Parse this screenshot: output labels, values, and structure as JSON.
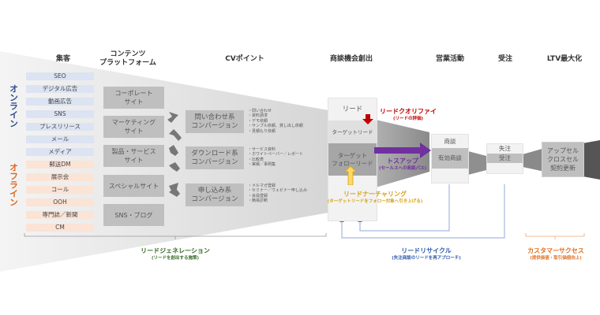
{
  "columns": {
    "acquisition": "集客",
    "content_platform": "コンテンツ\nプラットフォーム",
    "cv_point": "CVポイント",
    "opportunity": "商談機会創出",
    "sales": "営業活動",
    "order": "受注",
    "ltv": "LTV最大化"
  },
  "side_labels": {
    "online": "オンライン",
    "offline": "オフライン",
    "online_color": "#2e4c8f",
    "offline_color": "#d9661f"
  },
  "channels": {
    "online": [
      "SEO",
      "デジタル広告",
      "動画広告",
      "SNS",
      "プレスリリース",
      "メール",
      "メディア"
    ],
    "offline": [
      "郵送DM",
      "展示会",
      "コール",
      "OOH",
      "専門誌／新聞",
      "CM"
    ]
  },
  "platforms": [
    "コーポレート\nサイト",
    "マーケティング\nサイト",
    "製品・サービス\nサイト",
    "スペシャルサイト",
    "SNS・ブログ"
  ],
  "conversions": [
    {
      "label": "問い合わせ系\nコンバージョン",
      "items": [
        "・問い合わせ",
        "・資料請求",
        "・デモ依頼",
        "・サンプル依頼、貸し出し依頼",
        "・見積もり依頼"
      ]
    },
    {
      "label": "ダウンロード系\nコンバージョン",
      "items": [
        "・サービス資料",
        "・ホワイトペーパー／レポート",
        "・比較表",
        "・実績／事例集"
      ]
    },
    {
      "label": "申し込み系\nコンバージョン",
      "items": [
        "・メルマガ登録",
        "・セミナー／ウェビナー申し込み",
        "・会員登録",
        "・簡易診断"
      ]
    }
  ],
  "opportunity_stage": {
    "lead": "リード",
    "target_lead": "ターゲットリード",
    "target_follow_lead": "ターゲット\nフォローリード"
  },
  "sales_stage": {
    "meeting": "商談",
    "valid_meeting": "有効商談"
  },
  "order_stage": {
    "lost": "失注",
    "won": "受注"
  },
  "ltv_stage": {
    "label": "アップセル\nクロスセル\n契約更新"
  },
  "annotations": {
    "lead_qualify": {
      "title": "リードクオリファイ",
      "sub": "(リードの評価)",
      "color": "#c00000"
    },
    "toss_up": {
      "title": "トスアップ",
      "sub": "(セールスへの商談パス)",
      "color": "#7030a0"
    },
    "lead_nurturing": {
      "title": "リードナーチャリング",
      "sub": "(ターゲットリードをフォロー対象へ引き上げる)",
      "color": "#d4a017"
    }
  },
  "brackets": {
    "lead_generation": {
      "title": "リードジェネレーション",
      "sub": "(リードを創出する施策)",
      "color": "#3a6b2a"
    },
    "lead_recycle": {
      "title": "リードリサイクル",
      "sub": "(失注商談のリードを再アプローチ)",
      "color": "#2e5aa8"
    },
    "customer_success": {
      "title": "カスタマーサクセス",
      "sub": "(提供価値・取引価値向上)",
      "color": "#e07020"
    }
  }
}
